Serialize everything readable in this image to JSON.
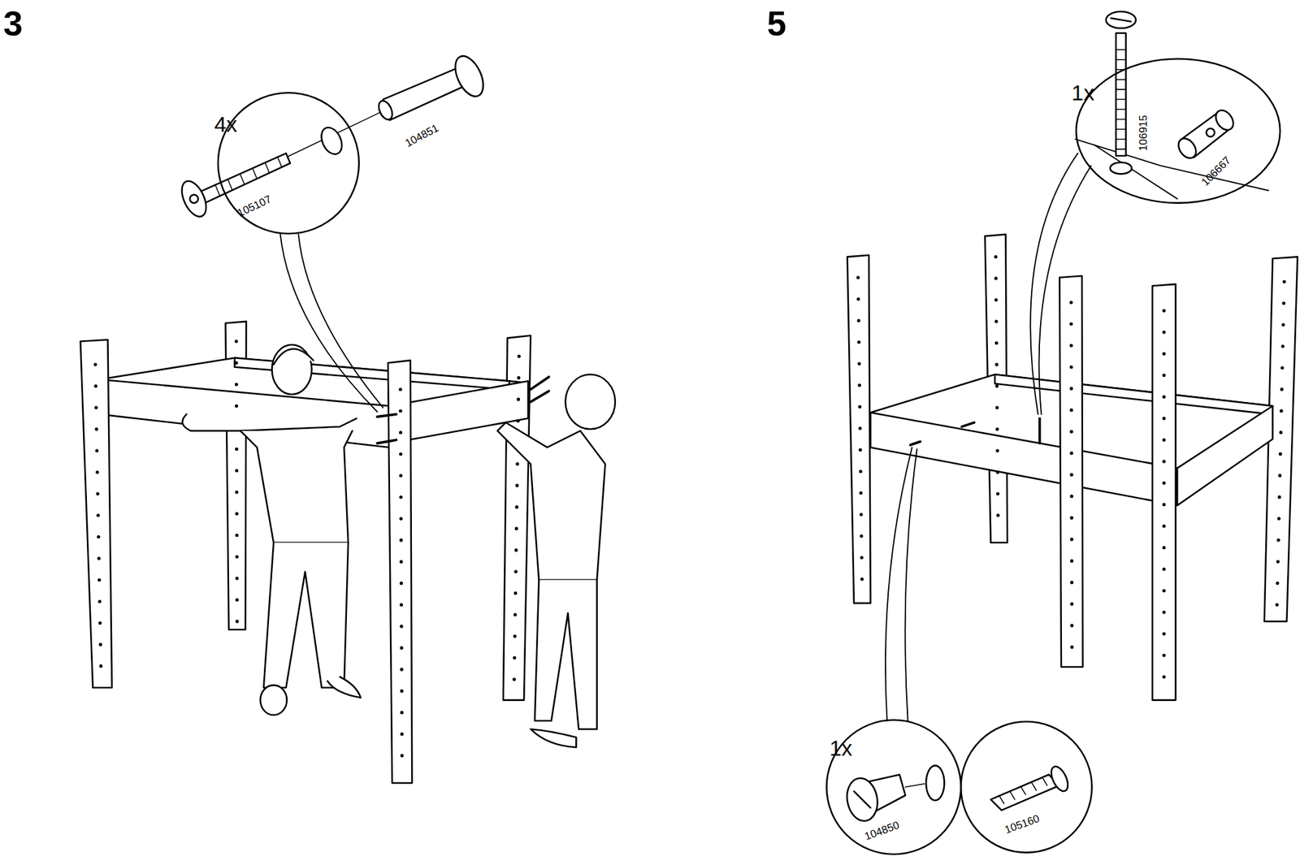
{
  "diagram": {
    "nodes": [
      {
        "text": [
          "4x",
          "105107",
          "104851"
        ]
      },
      {
        "text": [
          "1x",
          "106915",
          "106667"
        ]
      },
      {
        "text": [
          "1x",
          "104850"
        ]
      },
      {
        "text": [
          "105160"
        ]
      }
    ],
    "labels": [
      "3",
      "5"
    ]
  }
}
